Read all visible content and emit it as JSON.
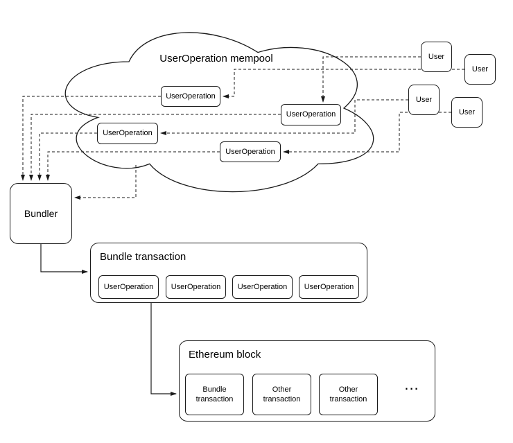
{
  "diagram": {
    "mempool": {
      "label": "UserOperation mempool",
      "operations": [
        "UserOperation",
        "UserOperation",
        "UserOperation",
        "UserOperation"
      ]
    },
    "users": [
      "User",
      "User",
      "User",
      "User"
    ],
    "bundler": {
      "label": "Bundler"
    },
    "bundle_transaction": {
      "title": "Bundle transaction",
      "operations": [
        "UserOperation",
        "UserOperation",
        "UserOperation",
        "UserOperation"
      ]
    },
    "ethereum_block": {
      "title": "Ethereum block",
      "items": [
        {
          "line1": "Bundle",
          "line2": "transaction"
        },
        {
          "line1": "Other",
          "line2": "transaction"
        },
        {
          "line1": "Other",
          "line2": "transaction"
        }
      ],
      "ellipsis": "..."
    },
    "colors": {
      "stroke": "#1a1a1a",
      "fill": "#ffffff",
      "background": "#ffffff"
    }
  }
}
